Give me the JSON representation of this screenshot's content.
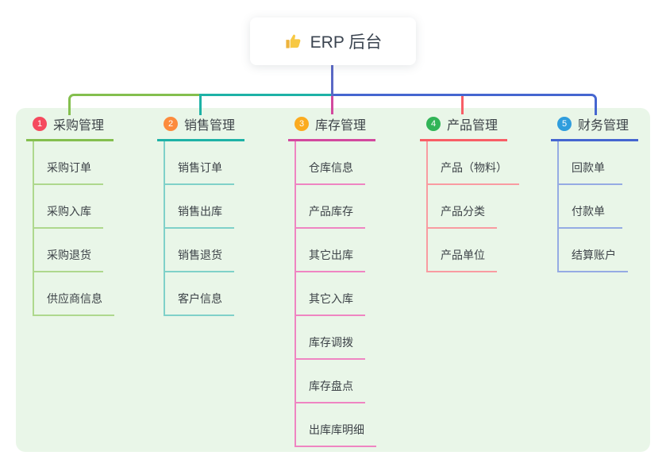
{
  "root": {
    "label": "ERP 后台",
    "icon": "thumbs-up",
    "connector_color": "#5a68c6"
  },
  "panel": {
    "background": "#e9f6e8"
  },
  "text_color": "#3d4348",
  "branches": [
    {
      "index": "1",
      "title": "采购管理",
      "badge_color": "#f54a5e",
      "line_color": "#84bf4e",
      "child_line_color": "#aed88d",
      "children": [
        "采购订单",
        "采购入库",
        "采购退货",
        "供应商信息"
      ]
    },
    {
      "index": "2",
      "title": "销售管理",
      "badge_color": "#fc8b3d",
      "line_color": "#1eb2a6",
      "child_line_color": "#7fd1c9",
      "children": [
        "销售订单",
        "销售出库",
        "销售退货",
        "客户信息"
      ]
    },
    {
      "index": "3",
      "title": "库存管理",
      "badge_color": "#fbab1f",
      "line_color": "#d2499e",
      "child_line_color": "#ef85c2",
      "children": [
        "仓库信息",
        "产品库存",
        "其它出库",
        "其它入库",
        "库存调拨",
        "库存盘点",
        "出库库明细"
      ]
    },
    {
      "index": "4",
      "title": "产品管理",
      "badge_color": "#31b457",
      "line_color": "#f85e66",
      "child_line_color": "#f99ba1",
      "children": [
        "产品（物料）",
        "产品分类",
        "产品单位"
      ]
    },
    {
      "index": "5",
      "title": "财务管理",
      "badge_color": "#2f9ddd",
      "line_color": "#4566d0",
      "child_line_color": "#95abe3",
      "children": [
        "回款单",
        "付款单",
        "结算账户"
      ]
    }
  ]
}
